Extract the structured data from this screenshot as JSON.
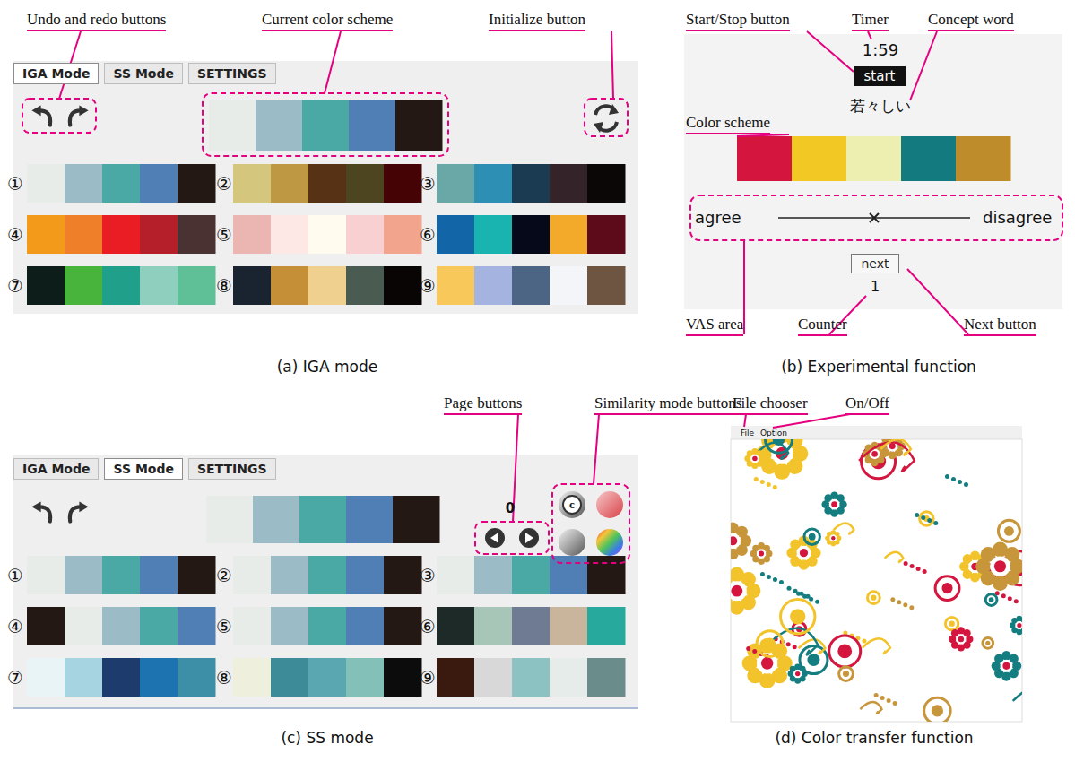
{
  "diagram": {
    "nodes": [
      {
        "text": [
          "IGA Mode"
        ]
      },
      {
        "text": [
          "SS Mode"
        ]
      },
      {
        "text": [
          "SETTINGS"
        ]
      },
      {
        "text": [
          "IGA Mode"
        ]
      },
      {
        "text": [
          "SS Mode"
        ]
      },
      {
        "text": [
          "SETTINGS"
        ]
      },
      {
        "text": [
          "start"
        ]
      },
      {
        "text": [
          "next"
        ]
      }
    ],
    "labels": [
      "Undo and redo buttons",
      "Current color scheme",
      "Initialize button",
      "①",
      "②",
      "③",
      "④",
      "⑤",
      "⑥",
      "⑦",
      "⑧",
      "⑨",
      "Start/Stop button",
      "Timer",
      "Concept word",
      "1:59",
      "若々しい",
      "Color scheme",
      "agree",
      "disagree",
      "1",
      "VAS area",
      "Counter",
      "Next button",
      "Page buttons",
      "Similarity mode buttons",
      "0",
      "c",
      "①",
      "②",
      "③",
      "④",
      "⑤",
      "⑥",
      "⑦",
      "⑧",
      "⑨",
      "File chooser",
      "On/Off",
      "File",
      "Option",
      "(a) IGA mode",
      "(b) Experimental function",
      "(c) SS mode",
      "(d) Color transfer function"
    ]
  }
}
